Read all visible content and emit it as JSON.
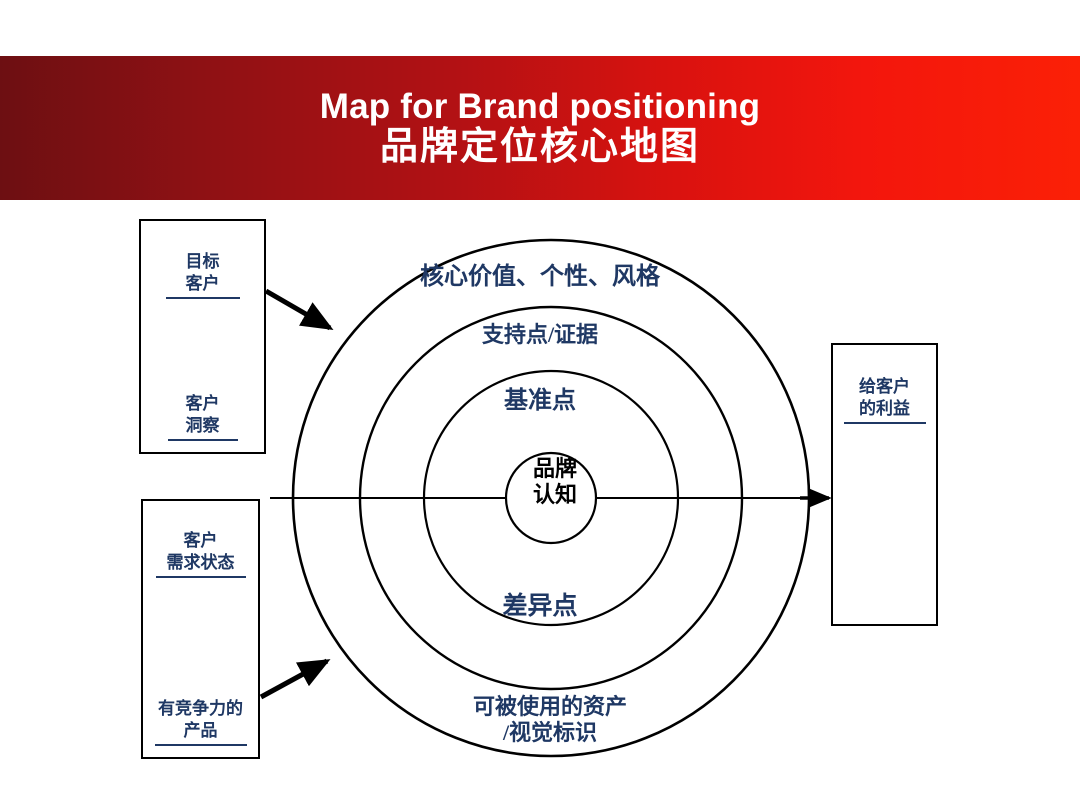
{
  "header": {
    "title_en": "Map for Brand positioning",
    "title_zh": "品牌定位核心地图",
    "gradient_from": "#6d0f12",
    "gradient_to": "#fb2006"
  },
  "theme": {
    "text_blue": "#1f3864",
    "line_black": "#000000",
    "background": "#ffffff"
  },
  "boxes": {
    "target_customer": {
      "entries": [
        "目标\n客户",
        "客户\n洞察"
      ]
    },
    "customer_need": {
      "entries": [
        "客户\n需求状态",
        "有竞争力的\n产品"
      ]
    },
    "customer_benefit": {
      "entries": [
        "给客户\n的利益"
      ]
    }
  },
  "diagram": {
    "rings": [
      {
        "name": "outer-ring",
        "label": "核心价值、个性、风格"
      },
      {
        "name": "second-ring",
        "label": "支持点/证据"
      },
      {
        "name": "third-ring",
        "label": "基准点"
      },
      {
        "name": "core-circle",
        "label": "品牌\n认知"
      }
    ],
    "lower_labels": [
      {
        "name": "difference-point",
        "label": "差异点"
      },
      {
        "name": "usable-assets",
        "label": "可被使用的资产\n/视觉标识"
      }
    ]
  },
  "connectors": [
    {
      "name": "arrow-target-customer-to-ring",
      "from": "target-customer-box",
      "to": "outer-ring"
    },
    {
      "name": "arrow-competitive-product-to-ring",
      "from": "customer-need-box",
      "to": "outer-ring"
    },
    {
      "name": "arrow-ring-to-customer-benefit",
      "from": "core-axis",
      "to": "customer-benefit-box"
    }
  ]
}
